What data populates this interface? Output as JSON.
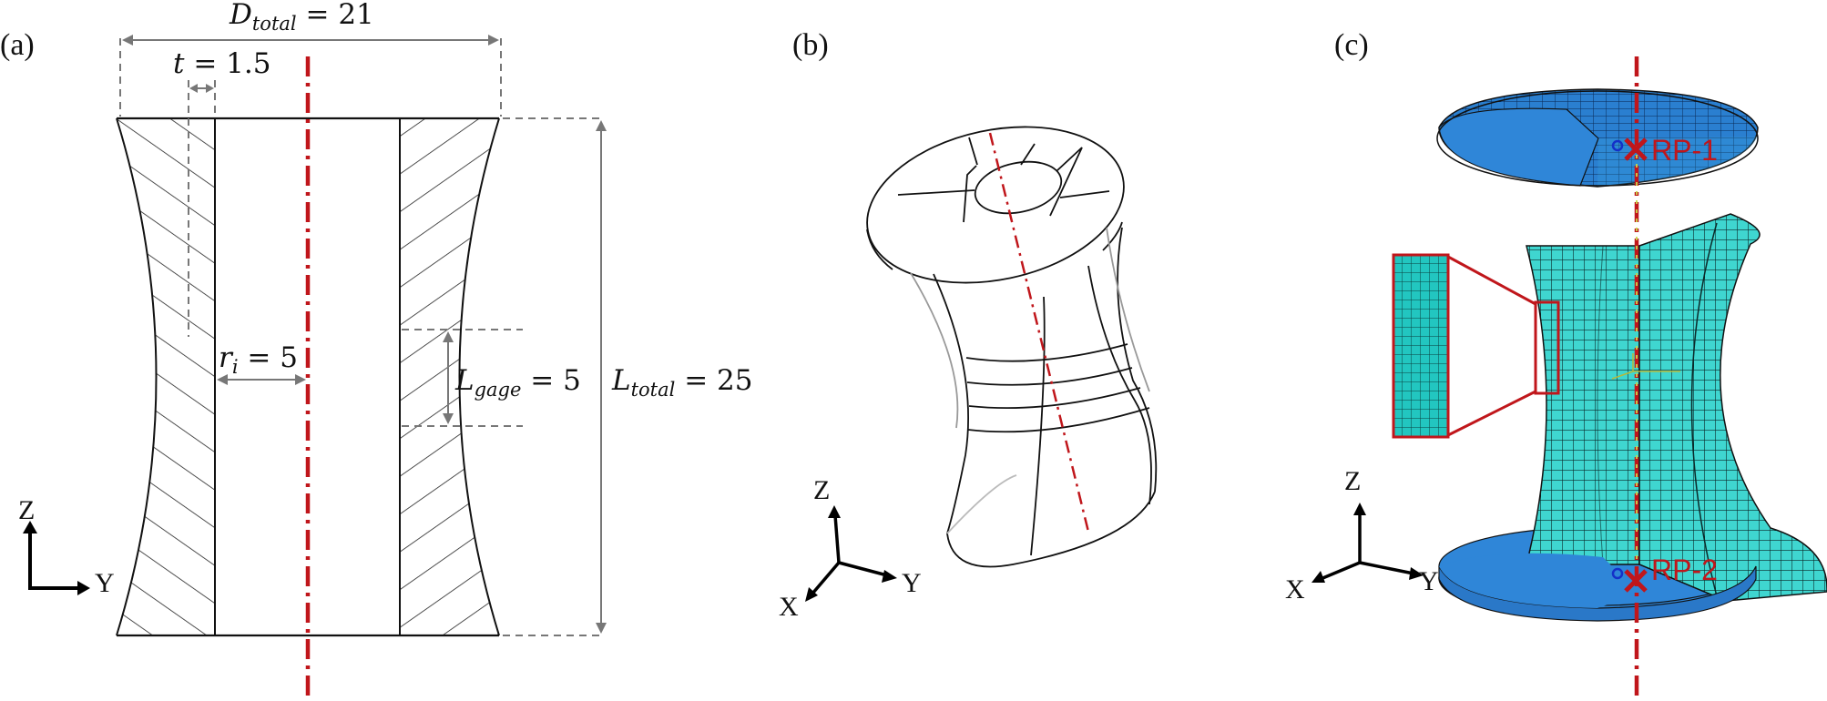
{
  "panels": {
    "a": {
      "label": "(a)"
    },
    "b": {
      "label": "(b)"
    },
    "c": {
      "label": "(c)"
    }
  },
  "dimensions": {
    "d_total": {
      "symbol": "D",
      "subscript": "total",
      "value": "21"
    },
    "t": {
      "symbol": "t",
      "value": "1.5"
    },
    "r_i": {
      "symbol": "r",
      "subscript": "i",
      "value": "5"
    },
    "l_gage": {
      "symbol": "L",
      "subscript": "gage",
      "value": "5"
    },
    "l_total": {
      "symbol": "L",
      "subscript": "total",
      "value": "25"
    }
  },
  "axes": {
    "a": {
      "vertical": "Z",
      "horizontal": "Y"
    },
    "b": {
      "vertical": "Z",
      "x": "X",
      "y": "Y"
    },
    "c": {
      "vertical": "Z",
      "x": "X",
      "y": "Y"
    }
  },
  "reference_points": {
    "rp1": "RP-1",
    "rp2": "RP-2"
  },
  "colors": {
    "axis_line": "#c0161b",
    "dimension": "#777777",
    "mesh_face": "#3fd6d0",
    "mesh_line": "#0b2a2a",
    "plate": "#2f86d8",
    "rp_label": "#c0161b"
  }
}
